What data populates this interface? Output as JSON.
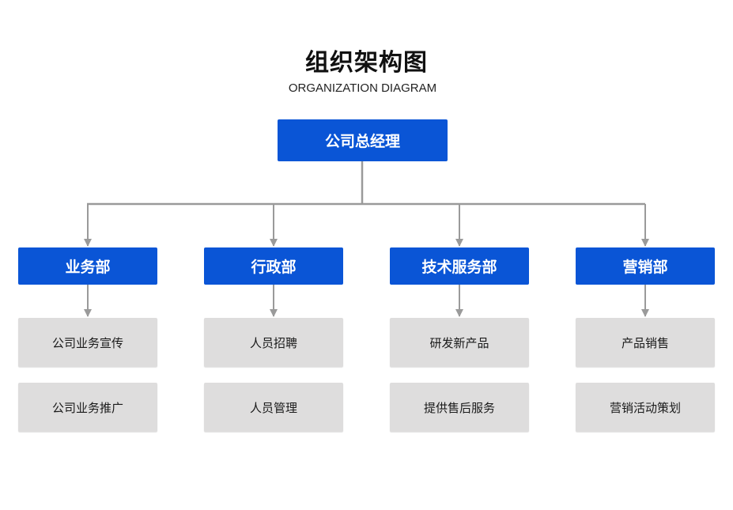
{
  "header": {
    "title": "组织架构图",
    "subtitle": "ORGANIZATION DIAGRAM"
  },
  "top": {
    "label": "公司总经理"
  },
  "departments": [
    {
      "label": "业务部",
      "tasks": [
        "公司业务宣传",
        "公司业务推广"
      ]
    },
    {
      "label": "行政部",
      "tasks": [
        "人员招聘",
        "人员管理"
      ]
    },
    {
      "label": "技术服务部",
      "tasks": [
        "研发新产品",
        "提供售后服务"
      ]
    },
    {
      "label": "营销部",
      "tasks": [
        "产品销售",
        "营销活动策划"
      ]
    }
  ],
  "colors": {
    "primary": "#0a55d6",
    "task_bg": "#dedddd",
    "connector": "#9a9a9a"
  }
}
